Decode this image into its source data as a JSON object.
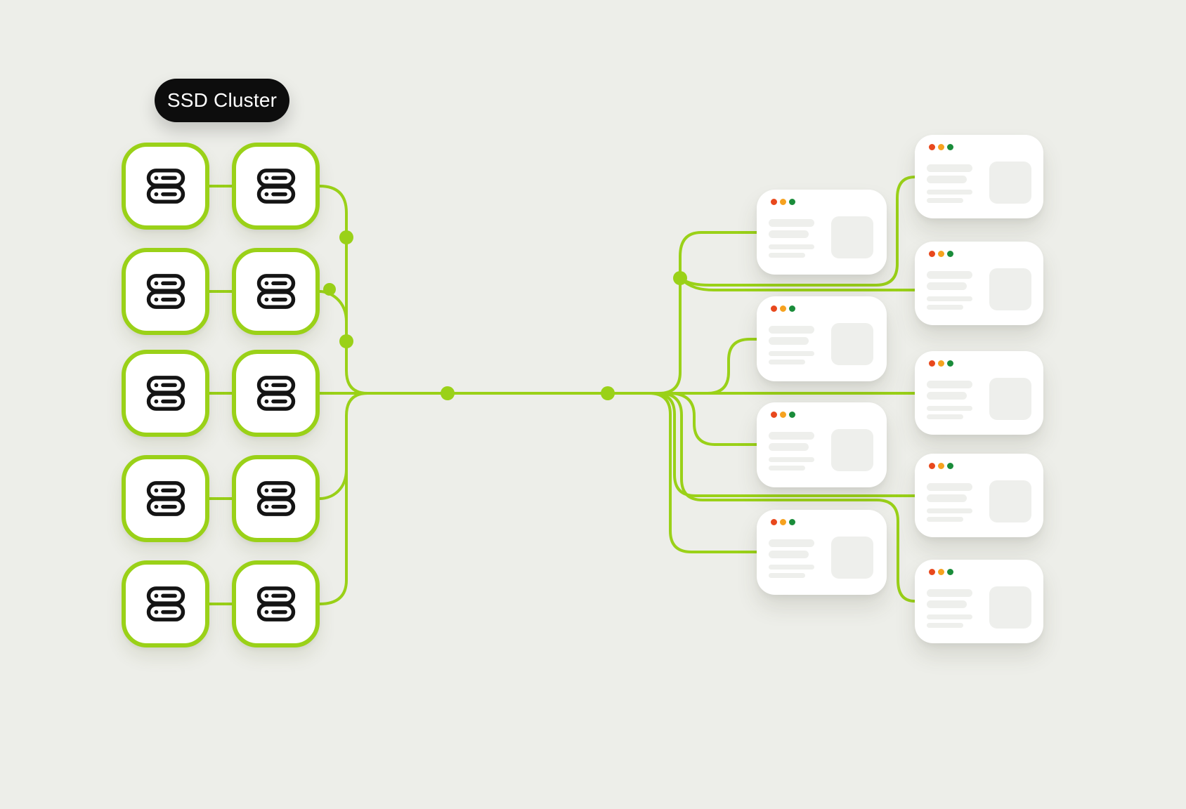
{
  "pill": {
    "label": "SSD Cluster"
  },
  "colors": {
    "background": "#edeee9",
    "line_green": "#9ad118",
    "node_border": "#9ad118",
    "icon_black": "#141414",
    "pill_bg": "#0d0d0d",
    "pill_text": "#ffffff",
    "card_bg": "#ffffff",
    "skeleton_gray": "#eeefec",
    "window_dot_red": "#e8481d",
    "window_dot_orange": "#f6a21f",
    "window_dot_green": "#1a8c3a"
  },
  "server_cluster": {
    "rows": 5,
    "columns": 2,
    "node_count": 10,
    "node_icon": "server-stack-icon"
  },
  "connections": {
    "junction_dot_count": 6,
    "style": "rounded-elbow green connectors converging to a central trunk, fanning out to cards"
  },
  "browser_cards": {
    "middle_column_count": 4,
    "right_column_count": 5,
    "window_dots": [
      "red",
      "orange",
      "green"
    ],
    "skeleton_lines_per_card": 4,
    "has_image_placeholder": true
  }
}
